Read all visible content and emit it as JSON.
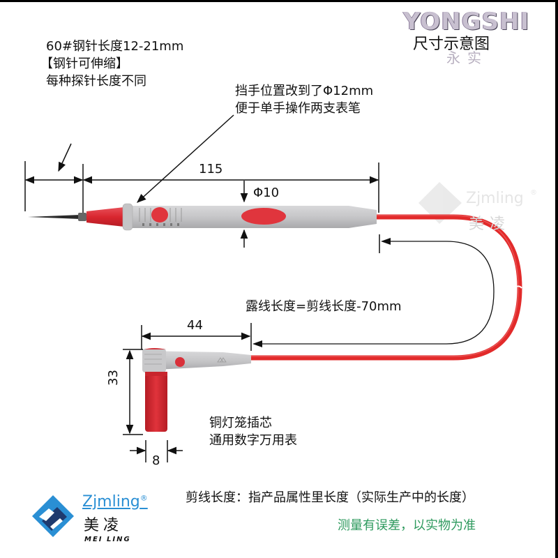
{
  "header": {
    "watermark_brand": "YONGSHI",
    "title": "尺寸示意图",
    "watermark_sub": "永实"
  },
  "annotations": {
    "needle": {
      "line1": "60#钢针长度12-21mm",
      "line2": "【钢针可伸缩】",
      "line3": "每种探针长度不同"
    },
    "guard": {
      "line1": "挡手位置改到了Φ12mm",
      "line2": "便于单手操作两支表笔"
    },
    "exposed_wire": "露线长度=剪线长度-70mm",
    "plug": {
      "line1": "铜灯笼插芯",
      "line2": "通用数字万用表"
    }
  },
  "dimensions": {
    "probe_length": "115",
    "probe_diameter": "Φ10",
    "plug_length": "44",
    "plug_height": "33",
    "plug_diameter": "8"
  },
  "footer": {
    "note": "剪线长度：指产品属性里长度（实际生产中的长度）",
    "disclaimer": "测量有误差，以实物为准"
  },
  "logo": {
    "brand": "Zjmling",
    "registered": "®",
    "cn_name": "美凌",
    "en_name": "MEI LING"
  },
  "watermark_logo": {
    "brand": "Zjmling",
    "registered": "®",
    "cn_name": "美凌"
  },
  "colors": {
    "probe_red": "#e0303a",
    "probe_grey": "#c9c9cb",
    "wire_red": "#e82a2a",
    "logo_blue": "#2a8fd4",
    "logo_navy": "#1f3a6e",
    "disclaimer_green": "#2e9a5e"
  }
}
